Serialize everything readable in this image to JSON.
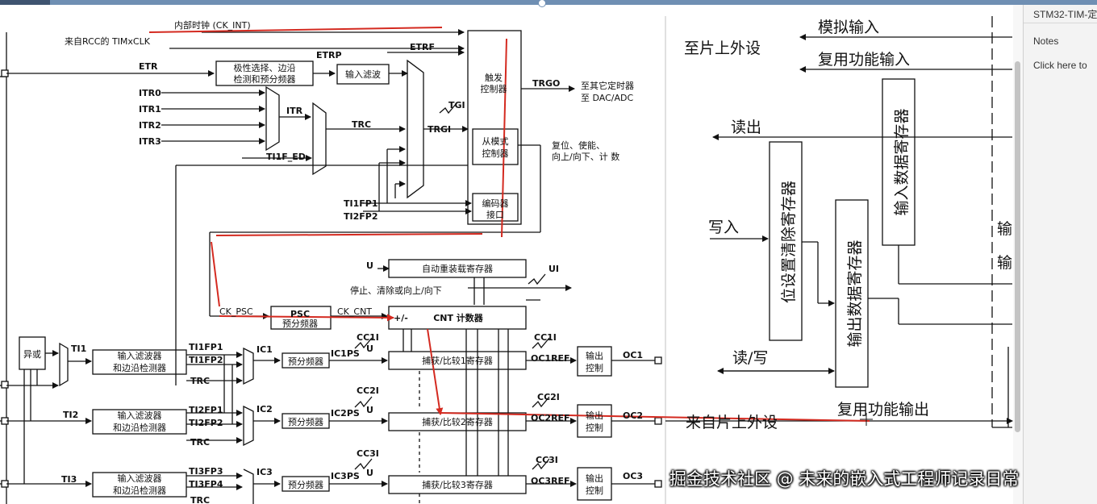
{
  "window": {
    "panel_title": "STM32-TIM-定",
    "notes_label": "Notes",
    "click_hint": "Click here to"
  },
  "diagram_left": {
    "ck_int": "内部时钟 (CK_INT)",
    "rcc_clk": "来自RCC的 TIMxCLK",
    "etr": "ETR",
    "etrp": "ETRP",
    "etrf": "ETRF",
    "polarity_block": [
      "极性选择、边沿",
      "检测和预分频器"
    ],
    "input_filter": "输入滤波",
    "itr0": "ITR0",
    "itr1": "ITR1",
    "itr2": "ITR2",
    "itr3": "ITR3",
    "itr": "ITR",
    "trc": "TRC",
    "ti1f_ed": "TI1F_ED",
    "tgi": "TGI",
    "trgi": "TRGI",
    "trigger_ctrl": [
      "触发",
      "控制器"
    ],
    "slave_ctrl": [
      "从模式",
      "控制器"
    ],
    "encoder_if": [
      "编码器",
      "接口"
    ],
    "trgo": "TRGO",
    "to_other_timer": [
      "至其它定时器",
      "至 DAC/ADC"
    ],
    "reset_enable": [
      "复位、使能、",
      "向上/向下、计 数"
    ],
    "ti1fp1_a": "TI1FP1",
    "ti2fp2_a": "TI2FP2",
    "u": "U",
    "ui": "UI",
    "auto_reload": "自动重装载寄存器",
    "stop_clear": "停止、清除或向上/向下",
    "ck_psc": "CK_PSC",
    "psc_title": "PSC",
    "psc_name": "预分频器",
    "ck_cnt": "CK_CNT",
    "cnt_pm": "+/-",
    "cnt": "CNT 计数器",
    "xor": "异或",
    "ti1": "TI1",
    "ti2": "TI2",
    "ti3": "TI3",
    "filter_edge": [
      "输入滤波器",
      "和边沿检测器"
    ],
    "ti1fp1": "TI1FP1",
    "ti1fp2": "TI1FP2",
    "ti2fp1": "TI2FP1",
    "ti2fp2": "TI2FP2",
    "ti3fp3": "TI3FP3",
    "ti3fp4": "TI3FP4",
    "ic1": "IC1",
    "ic2": "IC2",
    "ic3": "IC3",
    "prescaler": "预分频器",
    "ic1ps": "IC1PS",
    "ic2ps": "IC2PS",
    "ic3ps": "IC3PS",
    "cc1i": "CC1I",
    "cc2i": "CC2I",
    "cc3i": "CC3I",
    "cc1": "捕获/比较1寄存器",
    "cc2": "捕获/比较2寄存器",
    "cc3": "捕获/比较3寄存器",
    "oc1ref": "OC1REF",
    "oc2ref": "OC2REF",
    "oc3ref": "OC3REF",
    "out_ctrl": [
      "输出",
      "控制"
    ],
    "oc1": "OC1",
    "oc2": "OC2",
    "oc3": "OC3"
  },
  "diagram_right": {
    "to_peripheral": "至片上外设",
    "analog_in": "模拟输入",
    "alt_func_in": "复用功能输入",
    "read": "读出",
    "write": "写入",
    "read_write": "读/写",
    "bsrr": "位设置清除寄存器",
    "odr": "输出数据寄存器",
    "idr": "输入数据寄存器",
    "from_peripheral": "来自片上外设",
    "alt_func_out": "复用功能输出",
    "io_label_1": "输",
    "io_label_2": "输"
  },
  "watermark": "掘金技术社区 @ 未来的嵌入式工程师记录日常",
  "colors": {
    "annotation": "#d42a20",
    "topbar": "#6f8fb3"
  }
}
